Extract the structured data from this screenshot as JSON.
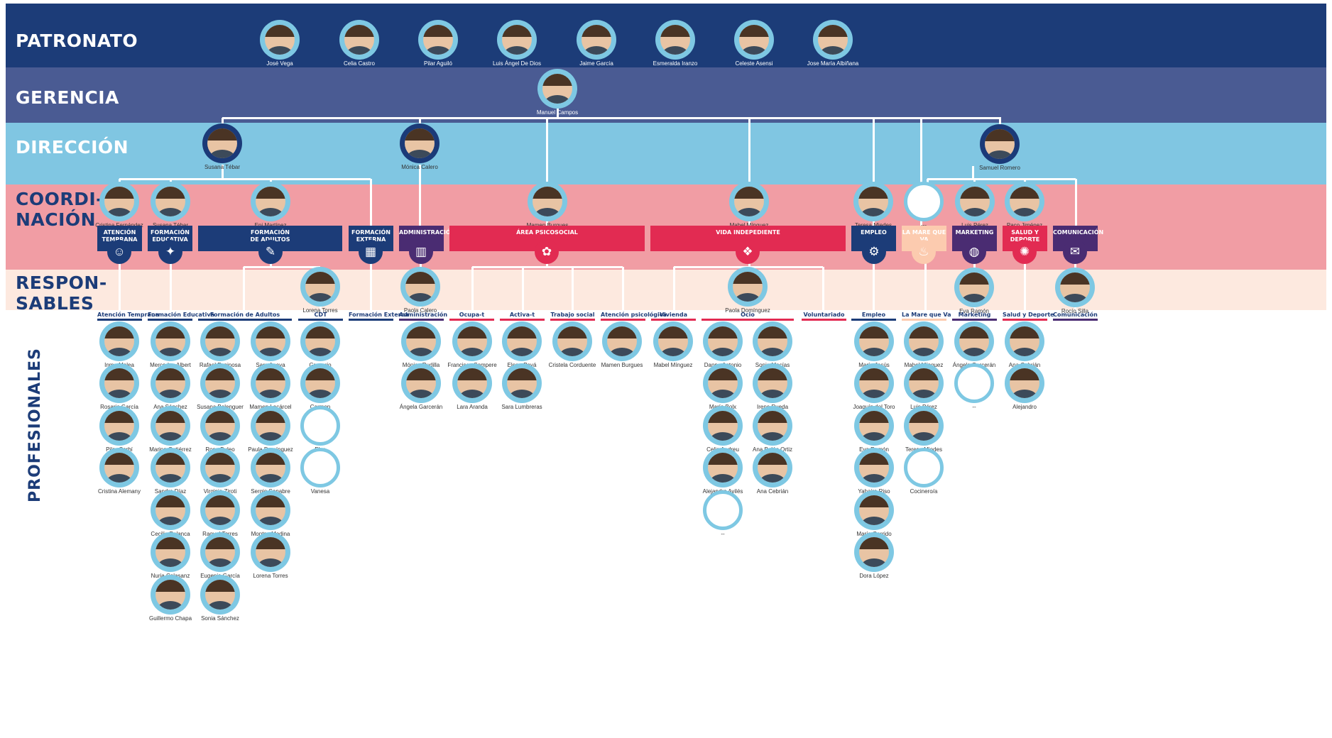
{
  "colors": {
    "patronato": "#1c3c78",
    "gerencia": "#4a5b93",
    "direccion": "#80c6e2",
    "coordinacion": "#f19da4",
    "responsables": "#fde9df",
    "navy": "#1c3c78",
    "purple": "#4a2c72",
    "red": "#e22b52",
    "peach": "#fccbaf",
    "ring": "#7ec8e3"
  },
  "bands": {
    "patronato": "PATRONATO",
    "gerencia": "GERENCIA",
    "direccion": "DIRECCIÓN",
    "coordinacion": "COORDI-\nNACIÓN",
    "responsables": "RESPON-\nSABLES",
    "profesionales": "PROFESIONALES"
  },
  "patronato": [
    "José Vega",
    "Celia Castro",
    "Pilar Aguiló",
    "Luis Ángel De Dios",
    "Jaime García",
    "Esmeralda Iranzo",
    "Celeste Asensi",
    "Jose María Albiñana"
  ],
  "gerencia": "Manuel Campos",
  "direccion": [
    "Susana Tébar",
    "Mónica Calero",
    "Samuel Romero"
  ],
  "coordinadores": [
    {
      "name": "Cristina Fernández",
      "empty": false
    },
    {
      "name": "Susana Tébar",
      "empty": false
    },
    {
      "name": "Eni Martínez",
      "empty": false
    },
    {
      "name": "Mamen Burgues",
      "empty": false
    },
    {
      "name": "Mabel Mínguez",
      "empty": false
    },
    {
      "name": "Teresa Miedes",
      "empty": false
    },
    {
      "name": "---",
      "empty": true
    },
    {
      "name": "Luis Pérez",
      "empty": false
    },
    {
      "name": "Paco Jiménez",
      "empty": false
    }
  ],
  "departamentos": [
    {
      "label": "ATENCIÓN\nTEMPRANA",
      "color": "navy",
      "icon": "baby-icon",
      "glyph": "☺"
    },
    {
      "label": "FORMACIÓN\nEDUCATIVA",
      "color": "navy",
      "icon": "kids-icon",
      "glyph": "✦"
    },
    {
      "label": "FORMACIÓN\nDE ADULTOS",
      "color": "navy",
      "icon": "teacher-icon",
      "glyph": "✎"
    },
    {
      "label": "FORMACIÓN\nEXTERNA",
      "color": "navy",
      "icon": "presentation-icon",
      "glyph": "▦"
    },
    {
      "label": "ADMINISTRACIÓN",
      "color": "purple",
      "icon": "binders-icon",
      "glyph": "▥"
    },
    {
      "label": "ÁREA PSICOSOCIAL",
      "color": "red",
      "icon": "people-icon",
      "glyph": "✿"
    },
    {
      "label": "VIDA INDEPEDIENTE",
      "color": "red",
      "icon": "network-icon",
      "glyph": "❖"
    },
    {
      "label": "EMPLEO",
      "color": "navy",
      "icon": "gears-icon",
      "glyph": "⚙"
    },
    {
      "label": "LA MARE QUE VA",
      "color": "peach",
      "icon": "cup-icon",
      "glyph": "♨"
    },
    {
      "label": "MARKETING",
      "color": "purple",
      "icon": "globe-icon",
      "glyph": "◍"
    },
    {
      "label": "SALUD Y DEPORTE",
      "color": "red",
      "icon": "runner-icon",
      "glyph": "✺"
    },
    {
      "label": "COMUNICACIÓN",
      "color": "purple",
      "icon": "chat-icon",
      "glyph": "✉"
    }
  ],
  "responsables": [
    "Lorena Torres",
    "Paola Calero",
    "Paola Domínguez",
    "Eva Ramón",
    "Rocío Silla"
  ],
  "equipos": [
    {
      "label": "Atención Temprana",
      "color": "navy",
      "members": [
        {
          "name": "Inma Malea"
        },
        {
          "name": "Rosario García"
        },
        {
          "name": "Pilar Corbí"
        },
        {
          "name": "Cristina Alemany"
        }
      ]
    },
    {
      "label": "Formación Educativa",
      "color": "navy",
      "members": [
        {
          "name": "Mercedes Albert"
        },
        {
          "name": "Ana Sánchez"
        },
        {
          "name": "Marina Gutiérrez"
        },
        {
          "name": "Sandra Díaz"
        },
        {
          "name": "Cecilia Palanca"
        },
        {
          "name": "Nuria Calasanz"
        },
        {
          "name": "Guillermo Chapa"
        }
      ]
    },
    {
      "label": "Formación de Adultos",
      "color": "navy",
      "members": [
        {
          "name": "Rafael Espinosa"
        },
        {
          "name": "Susana Belenguer"
        },
        {
          "name": "Rosa Buleo"
        },
        {
          "name": "Virginia Ziroti"
        },
        {
          "name": "Raquel Torres"
        },
        {
          "name": "Eugenia García"
        },
        {
          "name": "Sonia Sánchez"
        },
        {
          "name": "Sara Anaya"
        },
        {
          "name": "Mamen Lacárcel"
        },
        {
          "name": "Paula Domínguez"
        },
        {
          "name": "Sergio Senabre"
        },
        {
          "name": "Montse Medina"
        },
        {
          "name": "Lorena Torres"
        }
      ]
    },
    {
      "label": "CDT",
      "color": "navy",
      "members": [
        {
          "name": "Gregorio"
        },
        {
          "name": "Carmen"
        },
        {
          "name": "Elsa",
          "empty": true
        },
        {
          "name": "Vanesa",
          "empty": true
        }
      ]
    },
    {
      "label": "Formación Externa",
      "color": "navy",
      "members": []
    },
    {
      "label": "Administración",
      "color": "purple",
      "members": [
        {
          "name": "Mónica Rudilla"
        },
        {
          "name": "Ángela Garcerán"
        }
      ]
    },
    {
      "label": "Ocupa-t",
      "color": "red",
      "members": [
        {
          "name": "Francisco Sempere"
        },
        {
          "name": "Lara Aranda"
        }
      ]
    },
    {
      "label": "Activa-t",
      "color": "red",
      "members": [
        {
          "name": "Elena Payá"
        },
        {
          "name": "Sara Lumbreras"
        }
      ]
    },
    {
      "label": "Trabajo social",
      "color": "red",
      "members": [
        {
          "name": "Cristela Corduente"
        }
      ]
    },
    {
      "label": "Atención psicológica",
      "color": "red",
      "members": [
        {
          "name": "Mamen Burgues"
        }
      ]
    },
    {
      "label": "Vivienda",
      "color": "red",
      "members": [
        {
          "name": "Mabel Mínguez"
        }
      ]
    },
    {
      "label": "Ocio",
      "color": "red",
      "members": [
        {
          "name": "Danna Antonio"
        },
        {
          "name": "María Bolx"
        },
        {
          "name": "Celia Andreu"
        },
        {
          "name": "Alejandro Avilés"
        },
        {
          "name": "--",
          "empty": true
        },
        {
          "name": "Sonia Macías"
        },
        {
          "name": "Irene Rueda"
        },
        {
          "name": "Ana Belén Ortiz"
        },
        {
          "name": "Ana Cebrián"
        }
      ]
    },
    {
      "label": "Voluntariado",
      "color": "red",
      "members": []
    },
    {
      "label": "Empleo",
      "color": "navy",
      "members": [
        {
          "name": "María Jesús"
        },
        {
          "name": "Joaquín del Toro"
        },
        {
          "name": "Eva Ramón"
        },
        {
          "name": "Yahaira Riso"
        },
        {
          "name": "María Garrido"
        },
        {
          "name": "Dora López"
        }
      ]
    },
    {
      "label": "La Mare que Va",
      "color": "peach",
      "members": [
        {
          "name": "Mabel Mínguez"
        },
        {
          "name": "Luis Pérez"
        },
        {
          "name": "Teresa Miedes"
        },
        {
          "name": "Cocinero/a",
          "empty": true
        }
      ]
    },
    {
      "label": "Marketing",
      "color": "purple",
      "members": [
        {
          "name": "Ángela Garcerán"
        },
        {
          "name": "--",
          "empty": true
        }
      ]
    },
    {
      "label": "Salud y Deporte",
      "color": "red",
      "members": [
        {
          "name": "Ana Cebrián"
        },
        {
          "name": "Alejandro"
        }
      ]
    },
    {
      "label": "Comunicación",
      "color": "purple",
      "members": []
    }
  ]
}
